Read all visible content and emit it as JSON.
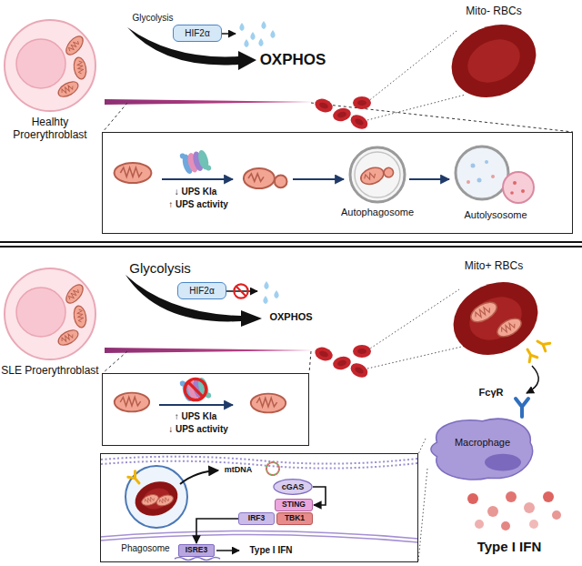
{
  "diagram": {
    "nodes": [
      {
        "text": [
          "HIF2α"
        ]
      },
      {
        "text": [
          "↓ UPS Kla",
          "↑ UPS activity",
          "Autophagosome",
          "Autolysosome"
        ]
      },
      {
        "text": [
          "HIF2α"
        ]
      },
      {
        "text": [
          "↑ UPS Kla",
          "↓ UPS activity"
        ]
      },
      {
        "text": [
          "Macrophage"
        ]
      },
      {
        "text": [
          "mtDNA",
          "Phagosome",
          "Type I IFN"
        ]
      },
      {
        "text": [
          "cGAS"
        ],
        "in": 5
      },
      {
        "text": [
          "STING"
        ],
        "in": 5
      },
      {
        "text": [
          "IRF3"
        ],
        "in": 5
      },
      {
        "text": [
          "TBK1"
        ],
        "in": 5
      },
      {
        "text": [
          "ISRE3"
        ],
        "in": 5
      }
    ],
    "edges": [
      {
        "from": 6,
        "to": 7,
        "arrow": "to"
      },
      {
        "from": 8,
        "to": 10,
        "arrow": "to"
      }
    ],
    "labels": [
      "Healhty Proerythroblast",
      "Glycolysis",
      "OXPHOS",
      "Mito- RBCs",
      "SLE Proerythroblast",
      "Glycolysis",
      "OXPHOS",
      "Mito+ RBCs",
      "FcγR",
      "Type I IFN"
    ]
  }
}
